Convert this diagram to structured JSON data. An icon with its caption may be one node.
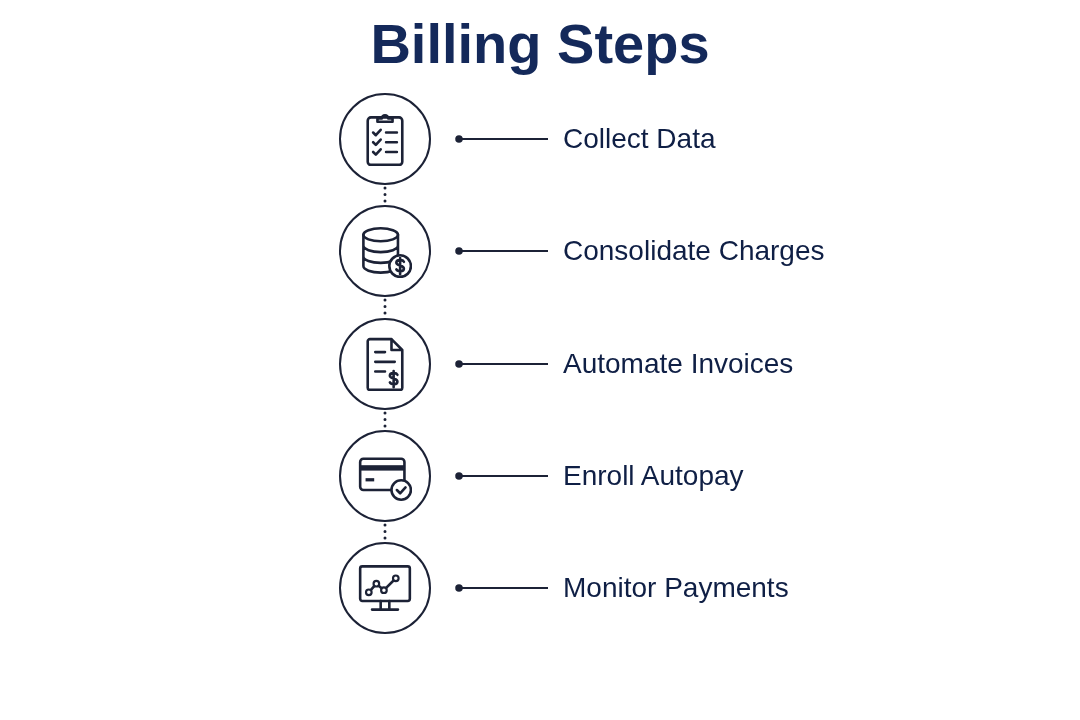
{
  "diagram": {
    "title": "Billing Steps",
    "nodes": [
      {
        "text": [],
        "shape": "circle"
      },
      {
        "text": [
          "Collect Data"
        ]
      },
      {
        "text": [],
        "shape": "circle"
      },
      {
        "text": [
          "Consolidate Charges"
        ]
      },
      {
        "text": [],
        "shape": "circle"
      },
      {
        "text": [
          "Automate Invoices"
        ]
      },
      {
        "text": [],
        "shape": "circle"
      },
      {
        "text": [
          "Enroll Autopay"
        ]
      },
      {
        "text": [],
        "shape": "circle"
      },
      {
        "text": [
          "Monitor Payments"
        ]
      }
    ],
    "edges": [
      {
        "from": 0,
        "to": 1,
        "arrow": "other"
      },
      {
        "from": 2,
        "to": 3,
        "arrow": "other"
      },
      {
        "from": 4,
        "to": 5,
        "arrow": "other"
      },
      {
        "from": 6,
        "to": 7,
        "arrow": "other"
      },
      {
        "from": 8,
        "to": 9,
        "arrow": "other"
      },
      {
        "from": 0,
        "to": 2,
        "arrow": "none",
        "style": "dashed"
      },
      {
        "from": 2,
        "to": 4,
        "arrow": "none",
        "style": "dashed"
      },
      {
        "from": 4,
        "to": 6,
        "arrow": "none",
        "style": "dashed"
      },
      {
        "from": 6,
        "to": 8,
        "arrow": "none",
        "style": "dashed"
      }
    ]
  }
}
